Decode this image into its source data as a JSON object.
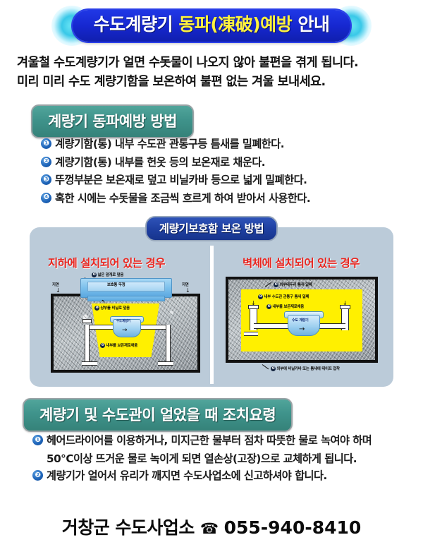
{
  "title_banner": {
    "part1": "수도계량기 ",
    "part2": "동파(凍破)예방",
    "part3": " 안내",
    "pill_color": "#1a2ecc",
    "highlight_color": "#fff23d"
  },
  "intro": {
    "line1": "겨울철 수도계량기가 얼면 수돗물이 나오지 않아 불편을 겪게 됩니다.",
    "line2": "미리 미리 수도 계량기함을 보온하여 불편 없는 겨울 보내세요."
  },
  "section_prevent": {
    "header": "계량기 동파예방 방법",
    "header_color": "#3f938b",
    "items": [
      {
        "num": "❶",
        "text": "계량기함(통) 내부 수도관 관통구등 틈새를 밀폐한다."
      },
      {
        "num": "❷",
        "text": "계량기함(통) 내부를 헌옷 등의 보온재로 채운다."
      },
      {
        "num": "❸",
        "text": "뚜껑부분은 보온재로 덮고 비닐카바 등으로 넓게 밀폐한다."
      },
      {
        "num": "❹",
        "text": "혹한 시에는 수돗물을 조금씩 흐르게 하여 받아서 사용한다."
      }
    ]
  },
  "diagram_section": {
    "banner": "계량기보호함 보온 방법",
    "banner_color": "#1f40a2",
    "panel_color": "#bbcbd9",
    "case_title_color": "#e8251f",
    "left": {
      "title": "지하에 설치되어 있는 경우",
      "ground_label_left": "지면",
      "ground_label_right": "지면",
      "lid_label": "보호통 뚜껑",
      "meter_label": "수도계량기",
      "callout_top": "넓은 덮개로 덮음",
      "callout_top_num": "❸",
      "callout_1": "상부를 비닐로 덮음",
      "callout_1_num": "❶",
      "callout_2": "내부를 보온재로채움",
      "callout_2_num": "❷"
    },
    "right": {
      "title": "벽체에 설치되어 있는 경우",
      "meter_label": "수도 계량기",
      "callout_top": "외부테두리 틈새 밀폐",
      "callout_top_num": "❸",
      "callout_1": "내부 수도관 관통구 틈새 밀폐",
      "callout_1_num": "❶",
      "callout_2": "내부를 보온재로채움",
      "callout_2_num": "❷",
      "callout_bottom": "외부에 비닐카바 또는 틈새에 테이프 접착",
      "callout_bottom_num": "❹"
    }
  },
  "section_action": {
    "header": "계량기 및 수도관이 얼었을 때 조치요령",
    "header_color": "#3f938b",
    "items": [
      {
        "num": "❶",
        "text": "헤어드라이어를 이용하거나, 미지근한 물부터 점차 따뜻한 물로 녹여야 하며",
        "text2": "50℃이상 뜨거운 물로 녹이게 되면 열손상(고장)으로 교체하게 됩니다."
      },
      {
        "num": "❷",
        "text": "계량기가 얼어서 유리가 깨지면 수도사업소에 신고하셔야 합니다.",
        "text2": ""
      }
    ]
  },
  "footer": {
    "office": "거창군 수도사업소",
    "phone_icon": "☎",
    "phone": "055-940-8410"
  }
}
